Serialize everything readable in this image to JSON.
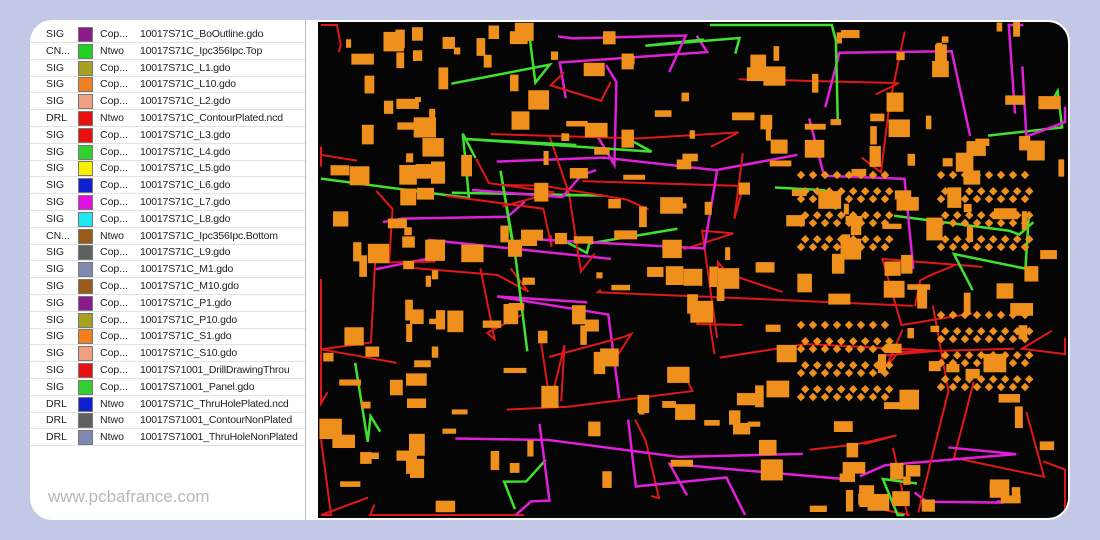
{
  "layers": [
    {
      "type": "SIG",
      "color": "#8b1a8b",
      "kind": "Cop...",
      "name": "10017S71C_BoOutline.gdo"
    },
    {
      "type": "CN...",
      "color": "#22d022",
      "kind": "Ntwo",
      "name": "10017S71C_Ipc356Ipc.Top"
    },
    {
      "type": "SIG",
      "color": "#a8a020",
      "kind": "Cop...",
      "name": "10017S71C_L1.gdo"
    },
    {
      "type": "SIG",
      "color": "#f08020",
      "kind": "Cop...",
      "name": "10017S71C_L10.gdo"
    },
    {
      "type": "SIG",
      "color": "#f0a080",
      "kind": "Cop...",
      "name": "10017S71C_L2.gdo"
    },
    {
      "type": "DRL",
      "color": "#e81010",
      "kind": "Ntwo",
      "name": "10017S71C_ContourPlated.ncd"
    },
    {
      "type": "SIG",
      "color": "#e81010",
      "kind": "Cop...",
      "name": "10017S71C_L3.gdo"
    },
    {
      "type": "SIG",
      "color": "#30d030",
      "kind": "Cop...",
      "name": "10017S71C_L4.gdo"
    },
    {
      "type": "SIG",
      "color": "#f8f000",
      "kind": "Cop...",
      "name": "10017S71C_L5.gdo"
    },
    {
      "type": "SIG",
      "color": "#1020d0",
      "kind": "Cop...",
      "name": "10017S71C_L6.gdo"
    },
    {
      "type": "SIG",
      "color": "#e010e0",
      "kind": "Cop...",
      "name": "10017S71C_L7.gdo"
    },
    {
      "type": "SIG",
      "color": "#20e8f0",
      "kind": "Cop...",
      "name": "10017S71C_L8.gdo"
    },
    {
      "type": "CN...",
      "color": "#9a5a18",
      "kind": "Ntwo",
      "name": "10017S71C_Ipc356Ipc.Bottom"
    },
    {
      "type": "SIG",
      "color": "#606060",
      "kind": "Cop...",
      "name": "10017S71C_L9.gdo"
    },
    {
      "type": "SIG",
      "color": "#8088b0",
      "kind": "Cop...",
      "name": "10017S71C_M1.gdo"
    },
    {
      "type": "SIG",
      "color": "#9a5a18",
      "kind": "Cop...",
      "name": "10017S71C_M10.gdo"
    },
    {
      "type": "SIG",
      "color": "#8b1a8b",
      "kind": "Cop...",
      "name": "10017S71C_P1.gdo"
    },
    {
      "type": "SIG",
      "color": "#a8a020",
      "kind": "Cop...",
      "name": "10017S71C_P10.gdo"
    },
    {
      "type": "SIG",
      "color": "#f08020",
      "kind": "Cop...",
      "name": "10017S71C_S1.gdo"
    },
    {
      "type": "SIG",
      "color": "#f0a080",
      "kind": "Cop...",
      "name": "10017S71C_S10.gdo"
    },
    {
      "type": "SIG",
      "color": "#e81010",
      "kind": "Cop...",
      "name": "10017S71001_DrillDrawingThrou"
    },
    {
      "type": "SIG",
      "color": "#30d030",
      "kind": "Cop...",
      "name": "10017S71001_Panel.gdo"
    },
    {
      "type": "DRL",
      "color": "#1020d0",
      "kind": "Ntwo",
      "name": "10017S71C_ThruHolePlated.ncd"
    },
    {
      "type": "DRL",
      "color": "#606060",
      "kind": "Ntwo",
      "name": "10017S71001_ContourNonPlated"
    },
    {
      "type": "DRL",
      "color": "#8088b0",
      "kind": "Ntwo",
      "name": "10017S71001_ThruHoleNonPlated"
    }
  ],
  "watermark": "www.pcbafrance.com",
  "pcb_colors": {
    "trace_red": "#e01818",
    "trace_pink": "#e020d8",
    "trace_green": "#40e030",
    "pad_orange": "#f0901c"
  }
}
